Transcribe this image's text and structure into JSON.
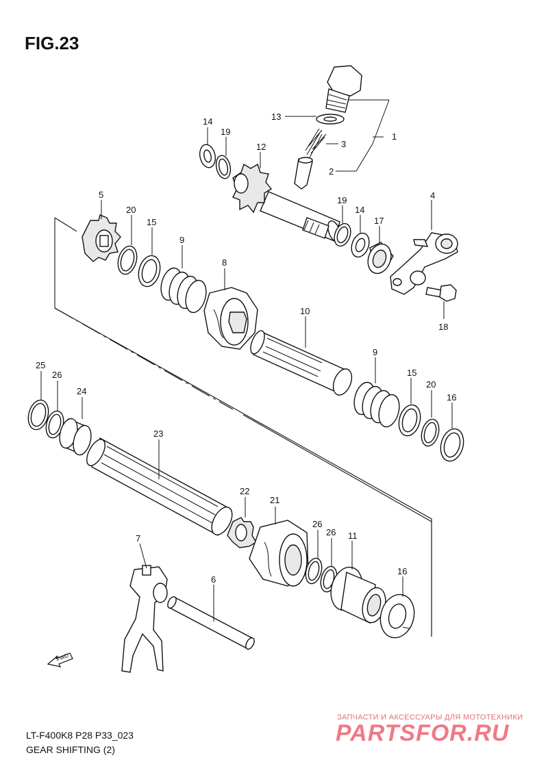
{
  "figure": {
    "title": "FIG.23",
    "model_code": "LT-F400K8 P28 P33_023",
    "caption": "GEAR SHIFTING (2)"
  },
  "callouts": [
    "1",
    "2",
    "3",
    "4",
    "5",
    "6",
    "7",
    "8",
    "9",
    "9",
    "10",
    "11",
    "12",
    "13",
    "14",
    "14",
    "15",
    "15",
    "16",
    "16",
    "17",
    "18",
    "19",
    "19",
    "20",
    "20",
    "21",
    "22",
    "23",
    "24",
    "25",
    "26",
    "26",
    "26"
  ],
  "fwd_label": "FWD",
  "watermark": {
    "line1": "ЗАПЧАСТИ И АКСЕССУАРЫ ДЛЯ МОТОТЕХНИКИ",
    "logo": "PARTSFOR.RU"
  }
}
